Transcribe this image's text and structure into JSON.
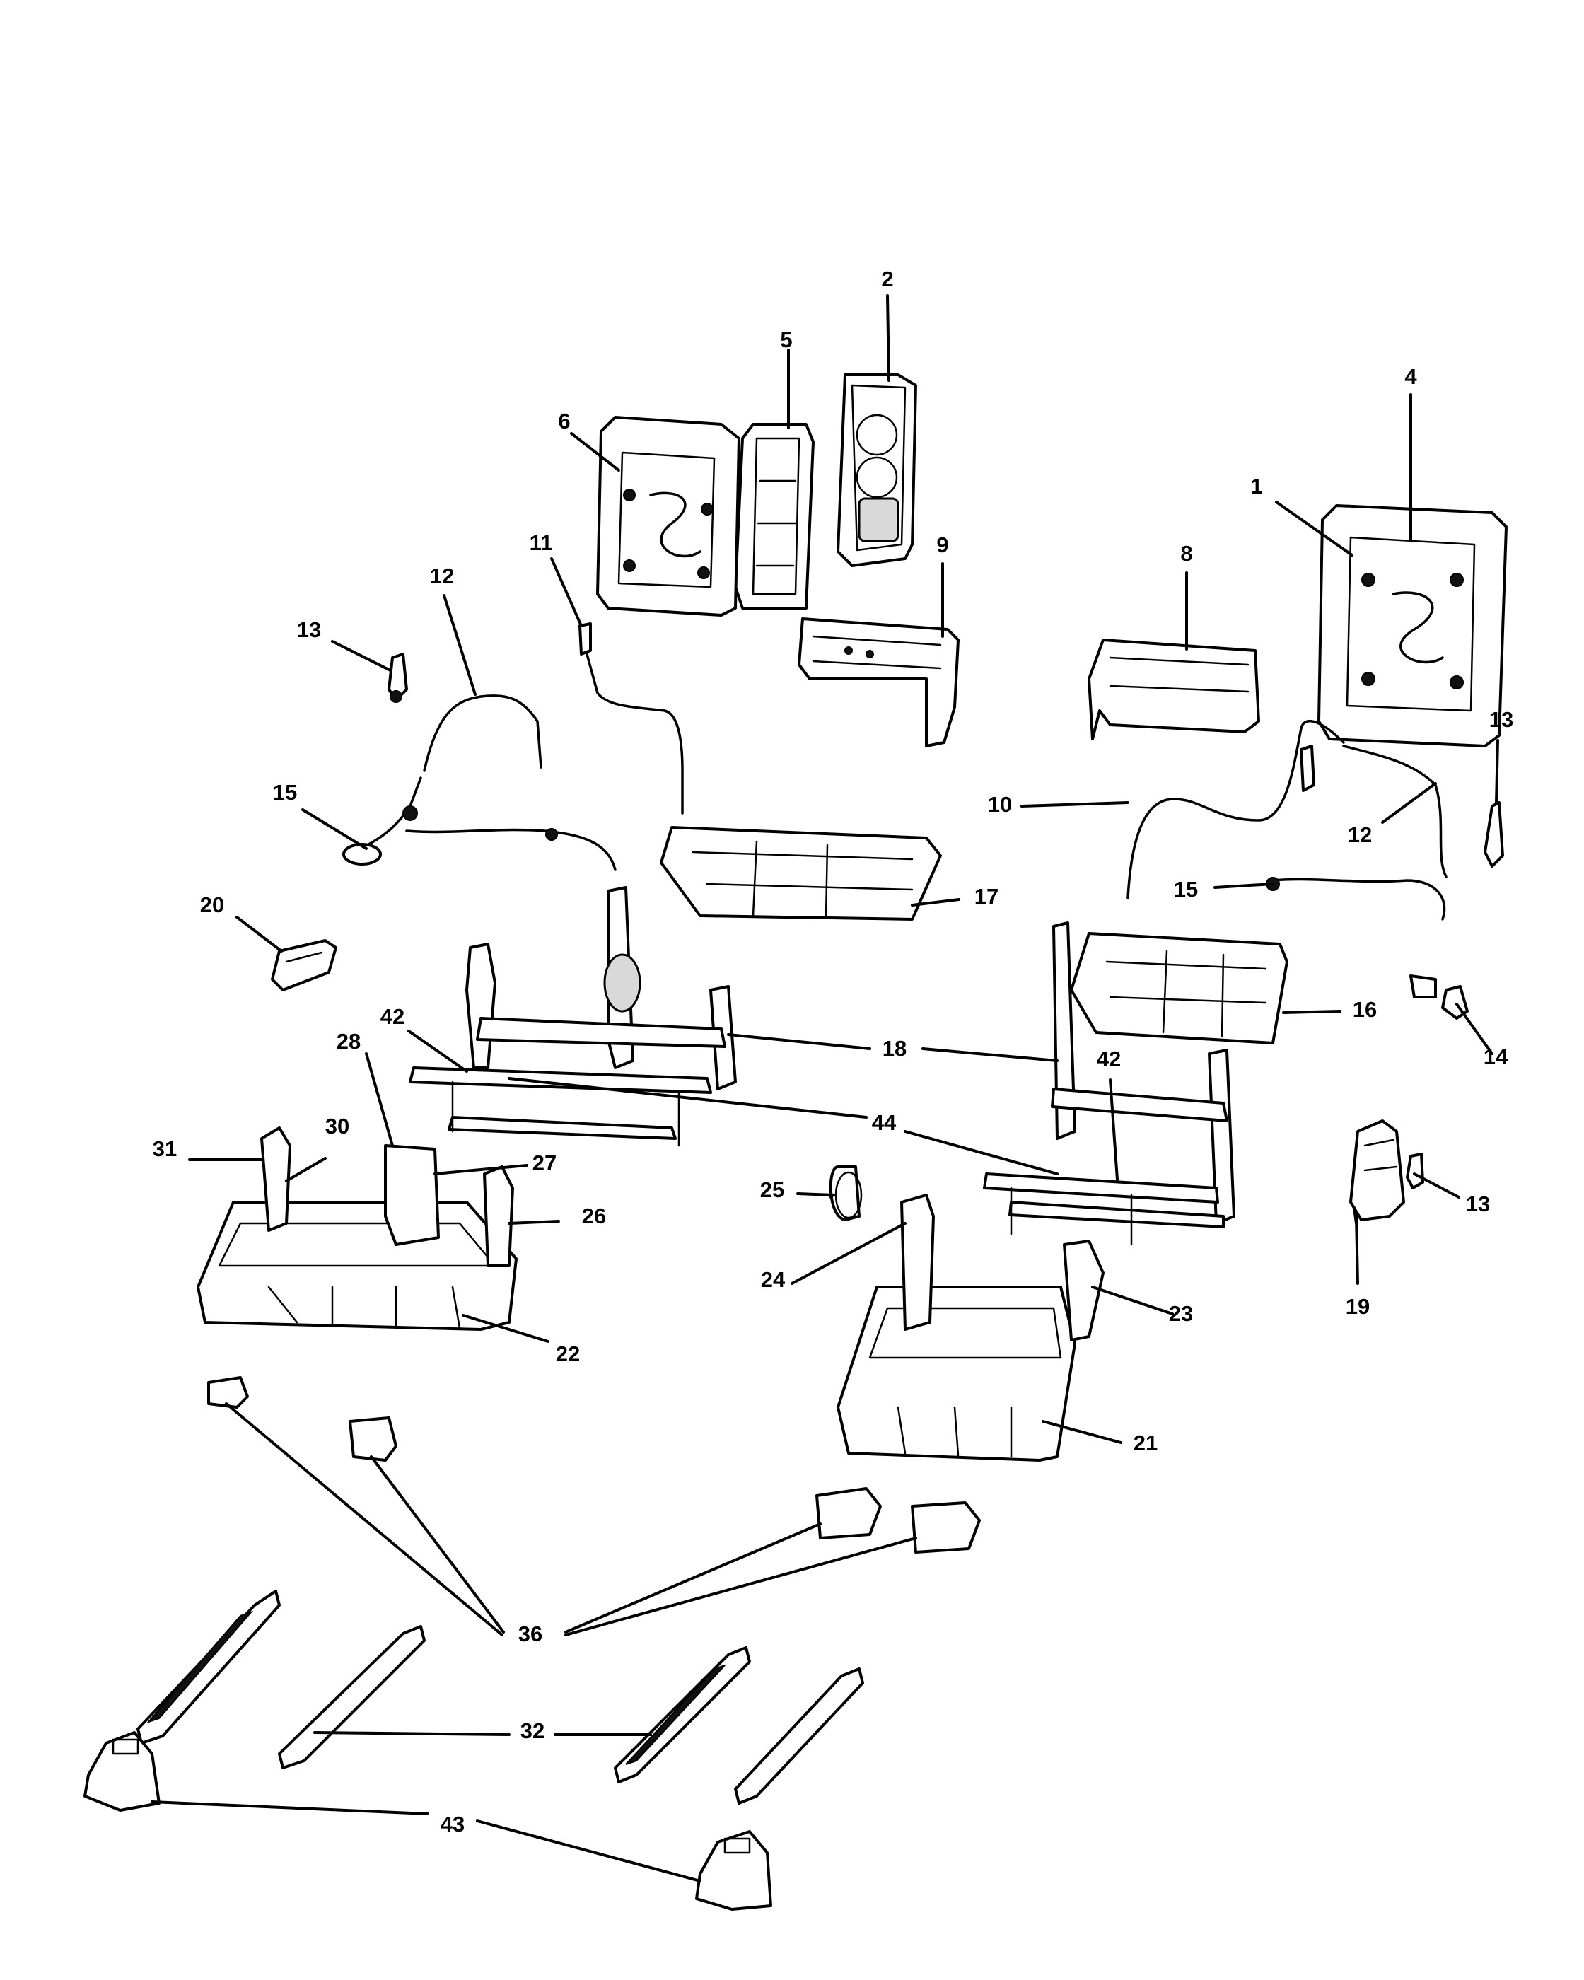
{
  "callouts": {
    "c1": "1",
    "c2": "2",
    "c4": "4",
    "c5": "5",
    "c6": "6",
    "c8": "8",
    "c9": "9",
    "c10": "10",
    "c11": "11",
    "c12a": "12",
    "c12b": "12",
    "c13a": "13",
    "c13b": "13",
    "c13c": "13",
    "c14": "14",
    "c15a": "15",
    "c15b": "15",
    "c16": "16",
    "c17": "17",
    "c18": "18",
    "c19": "19",
    "c20": "20",
    "c21": "21",
    "c22": "22",
    "c23": "23",
    "c24": "24",
    "c25": "25",
    "c26": "26",
    "c27": "27",
    "c28": "28",
    "c30": "30",
    "c31": "31",
    "c32": "32",
    "c36": "36",
    "c42a": "42",
    "c42b": "42",
    "c43": "43",
    "c44": "44"
  }
}
